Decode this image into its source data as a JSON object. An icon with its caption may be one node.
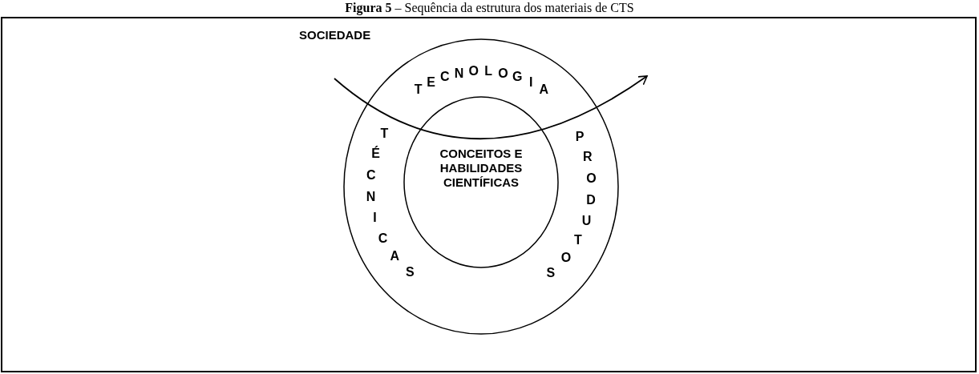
{
  "diagram": {
    "title": "**Figura 5** – Sequência da estrutura dos materiais de CTS",
    "nodes": [
      {
        "text": [
          "TECNOLOGIA",
          "TÉCNICAS",
          "PRODUTOS"
        ]
      },
      {
        "text": [
          "CONCEITOS E HABILIDADES CIENTÍFICAS"
        ],
        "in": 0
      }
    ],
    "labels": [
      "SOCIEDADE"
    ]
  }
}
